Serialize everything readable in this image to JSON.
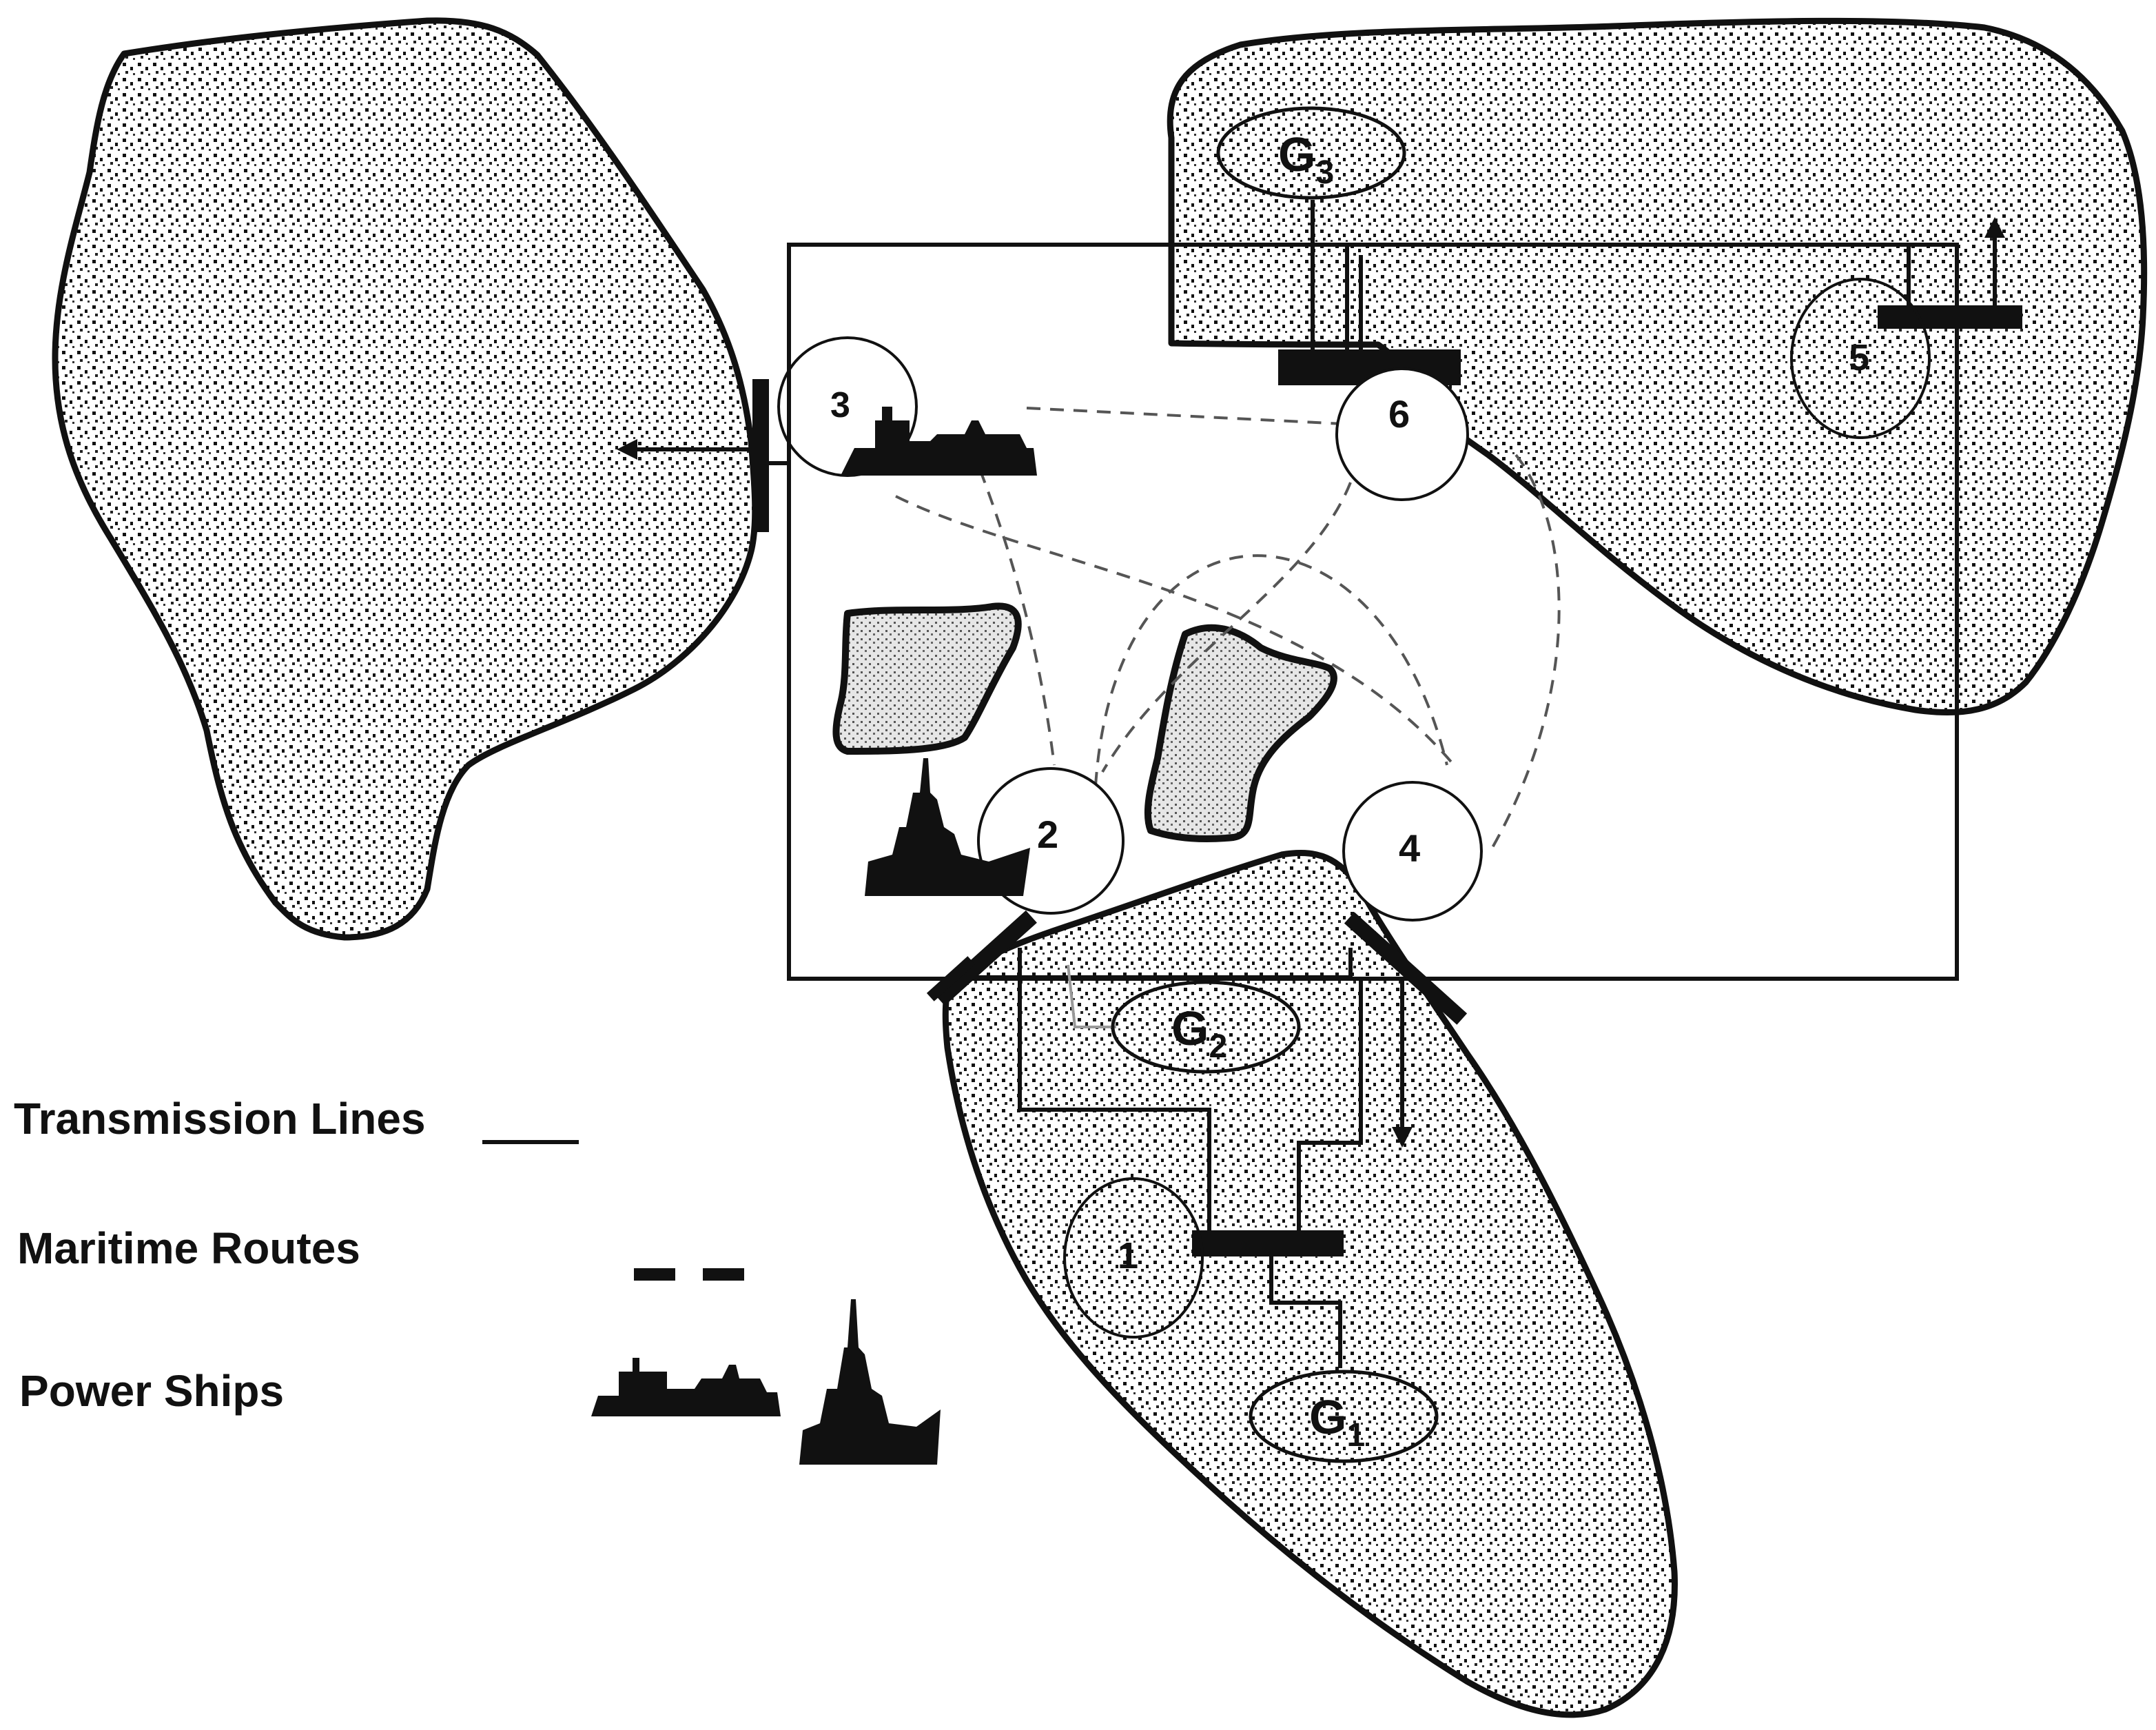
{
  "nodes": {
    "n1": "1",
    "n2": "2",
    "n3": "3",
    "n4": "4",
    "n5": "5",
    "n6": "6"
  },
  "generators": {
    "g1": {
      "letter": "G",
      "sub": "1"
    },
    "g2": {
      "letter": "G",
      "sub": "2"
    },
    "g3": {
      "letter": "G",
      "sub": "3"
    }
  },
  "legend": {
    "transmission": "Transmission Lines",
    "maritime": "Maritime Routes",
    "ships": "Power Ships"
  },
  "colors": {
    "ink": "#111111",
    "route": "#555555",
    "background": "#ffffff"
  },
  "icons": {
    "ship-horizontal": "power-ship-barge-icon",
    "ship-vertical": "power-ship-tower-icon"
  }
}
